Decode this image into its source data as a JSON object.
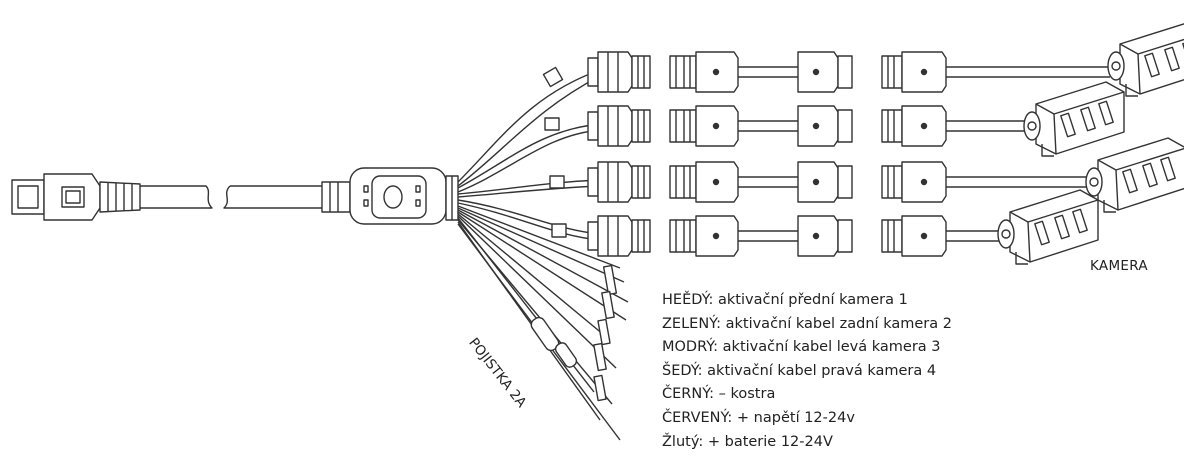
{
  "labels": {
    "camera": "KAMERA",
    "fuse": "POJISTKA 2A"
  },
  "legend": [
    "HEĚDÝ: aktivační přední kamera 1",
    "ZELENÝ: aktivační kabel zadní kamera 2",
    "MODRÝ: aktivační kabel levá kamera 3",
    "ŠEDÝ: aktivační kabel pravá kamera 4",
    "ČERNÝ: – kostra",
    "ČERVENÝ: + napětí 12-24v",
    "Žlutý: + baterie 12-24V"
  ],
  "colors": {
    "line": "#333333",
    "fill": "#ffffff",
    "text": "#222222"
  }
}
